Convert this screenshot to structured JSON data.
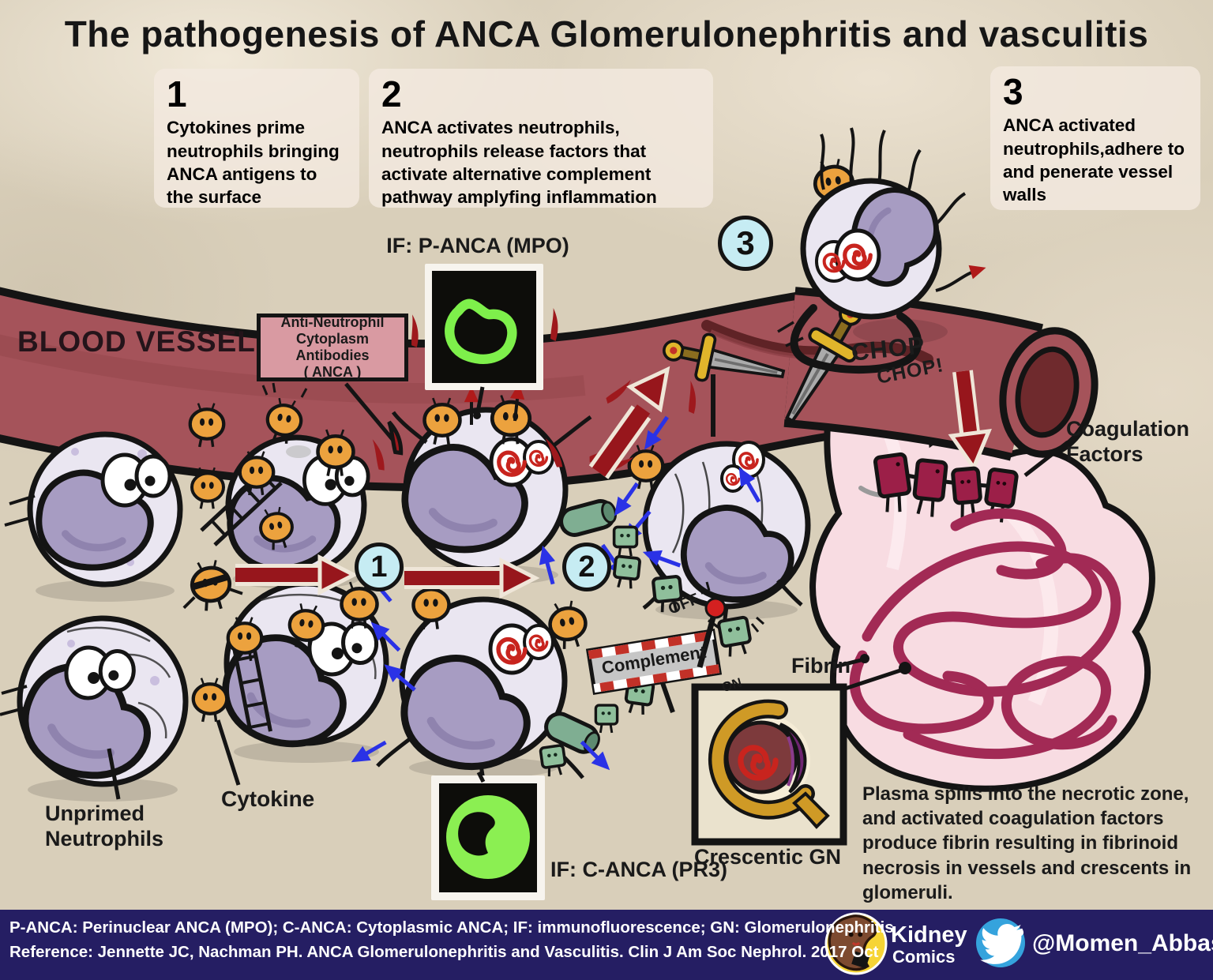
{
  "title": "The pathogenesis of ANCA Glomerulonephritis and vasculitis",
  "steps": [
    {
      "number": "1",
      "text": "Cytokines prime neutrophils bringing ANCA antigens to the surface"
    },
    {
      "number": "2",
      "text": "ANCA activates neutrophils, neutrophils release factors that activate alternative complement pathway amplyfing inflammation"
    },
    {
      "number": "3",
      "text": "ANCA activated neutrophils,adhere to and penerate vessel walls"
    }
  ],
  "labels": {
    "blood_vessel": "BLOOD VESSEL",
    "if_panca": "IF: P-ANCA (MPO)",
    "if_canca": "IF: C-ANCA (PR3)",
    "coagulation_factors": "Coagulation Factors",
    "fibrin": "Fibrin",
    "crescentic_gn": "Crescentic GN",
    "unprimed_neutrophils": "Unprimed Neutrophils",
    "cytokine": "Cytokine",
    "plasma": "Plasma spills into the necrotic zone, and activated coagulation factors produce fibrin resulting in fibrinoid necrosis in vessels and crescents in glomeruli."
  },
  "anca": {
    "lines": [
      "Anti-Neutrophil",
      "Cytoplasm Antibodies",
      "( ANCA )"
    ]
  },
  "chop": {
    "line1": "CHOP",
    "line2": "CHOP!"
  },
  "complement_sign": {
    "text": "Complement",
    "off": "OFF",
    "on": "ON"
  },
  "footer": {
    "line1": "P-ANCA: Perinuclear ANCA (MPO); C-ANCA: Cytoplasmic ANCA; IF: immunofluorescence; GN: Glomerulonephritis",
    "line2": "Reference: Jennette JC, Nachman PH. ANCA Glomerulonephritis and Vasculitis. Clin J Am Soc Nephrol. 2017 Oct",
    "brand_name": "Kidney",
    "brand_sub": "Comics",
    "twitter_handle": "@Momen_Abbasi"
  },
  "colors": {
    "background": "#d9cfba",
    "vessel": "#a5535a",
    "vessel_lumen": "#6f2a2d",
    "necrotic_zone": "#f8dce2",
    "fibrin": "#a22a55",
    "coagulation_factor": "#9c1f48",
    "cytokine": "#eca23e",
    "complement_green": "#8fbf9b",
    "nucleus_purple": "#a79cc2",
    "fluorescein_green": "#8bef52",
    "badge_cyan": "#c6ecf3",
    "arrow_red": "#97161c",
    "footer_navy": "#251e63",
    "twitter_blue": "#35a3dd"
  }
}
